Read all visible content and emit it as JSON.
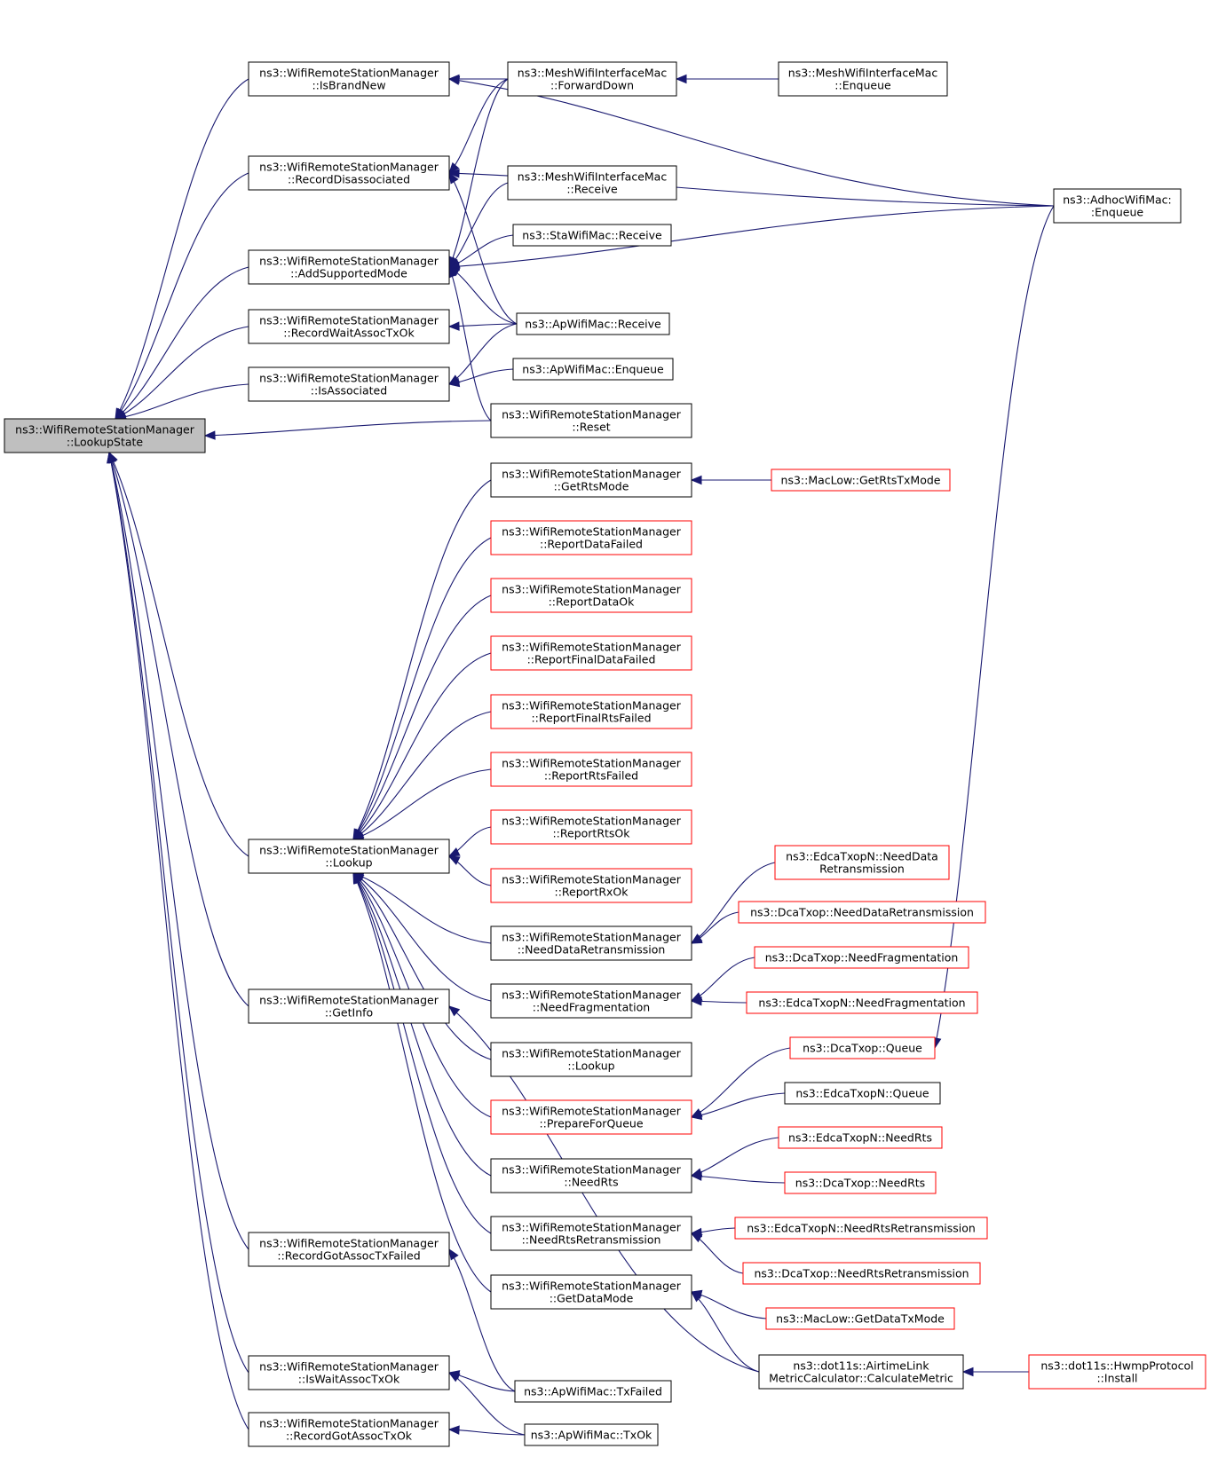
{
  "nodes": [
    {
      "id": "root",
      "lines": [
        "ns3::WifiRemoteStationManager",
        "::LookupState"
      ],
      "style": "root"
    },
    {
      "id": "isBrandNew",
      "lines": [
        "ns3::WifiRemoteStationManager",
        "::IsBrandNew"
      ],
      "style": "black"
    },
    {
      "id": "recordDisassoc",
      "lines": [
        "ns3::WifiRemoteStationManager",
        "::RecordDisassociated"
      ],
      "style": "black"
    },
    {
      "id": "addSupportedMode",
      "lines": [
        "ns3::WifiRemoteStationManager",
        "::AddSupportedMode"
      ],
      "style": "black"
    },
    {
      "id": "recordWaitAssoc",
      "lines": [
        "ns3::WifiRemoteStationManager",
        "::RecordWaitAssocTxOk"
      ],
      "style": "black"
    },
    {
      "id": "isAssociated",
      "lines": [
        "ns3::WifiRemoteStationManager",
        "::IsAssociated"
      ],
      "style": "black"
    },
    {
      "id": "lookup",
      "lines": [
        "ns3::WifiRemoteStationManager",
        "::Lookup"
      ],
      "style": "black"
    },
    {
      "id": "getInfo",
      "lines": [
        "ns3::WifiRemoteStationManager",
        "::GetInfo"
      ],
      "style": "black"
    },
    {
      "id": "recordGotAssocFailed",
      "lines": [
        "ns3::WifiRemoteStationManager",
        "::RecordGotAssocTxFailed"
      ],
      "style": "black"
    },
    {
      "id": "isWaitAssoc",
      "lines": [
        "ns3::WifiRemoteStationManager",
        "::IsWaitAssocTxOk"
      ],
      "style": "black"
    },
    {
      "id": "recordGotAssocOk",
      "lines": [
        "ns3::WifiRemoteStationManager",
        "::RecordGotAssocTxOk"
      ],
      "style": "black"
    },
    {
      "id": "meshForwardDown",
      "lines": [
        "ns3::MeshWifiInterfaceMac",
        "::ForwardDown"
      ],
      "style": "black"
    },
    {
      "id": "meshEnqueue",
      "lines": [
        "ns3::MeshWifiInterfaceMac",
        "::Enqueue"
      ],
      "style": "black"
    },
    {
      "id": "adhocEnqueue",
      "lines": [
        "ns3::AdhocWifiMac:",
        ":Enqueue"
      ],
      "style": "black"
    },
    {
      "id": "meshReceive",
      "lines": [
        "ns3::MeshWifiInterfaceMac",
        "::Receive"
      ],
      "style": "black"
    },
    {
      "id": "staReceive",
      "lines": [
        "ns3::StaWifiMac::Receive"
      ],
      "style": "black"
    },
    {
      "id": "apReceive",
      "lines": [
        "ns3::ApWifiMac::Receive"
      ],
      "style": "black"
    },
    {
      "id": "apEnqueue",
      "lines": [
        "ns3::ApWifiMac::Enqueue"
      ],
      "style": "black"
    },
    {
      "id": "reset",
      "lines": [
        "ns3::WifiRemoteStationManager",
        "::Reset"
      ],
      "style": "black"
    },
    {
      "id": "getRtsMode",
      "lines": [
        "ns3::WifiRemoteStationManager",
        "::GetRtsMode"
      ],
      "style": "black"
    },
    {
      "id": "macLowGetRts",
      "lines": [
        "ns3::MacLow::GetRtsTxMode"
      ],
      "style": "red"
    },
    {
      "id": "reportDataFailed",
      "lines": [
        "ns3::WifiRemoteStationManager",
        "::ReportDataFailed"
      ],
      "style": "red"
    },
    {
      "id": "reportDataOk",
      "lines": [
        "ns3::WifiRemoteStationManager",
        "::ReportDataOk"
      ],
      "style": "red"
    },
    {
      "id": "reportFinalDataFailed",
      "lines": [
        "ns3::WifiRemoteStationManager",
        "::ReportFinalDataFailed"
      ],
      "style": "red"
    },
    {
      "id": "reportFinalRtsFailed",
      "lines": [
        "ns3::WifiRemoteStationManager",
        "::ReportFinalRtsFailed"
      ],
      "style": "red"
    },
    {
      "id": "reportRtsFailed",
      "lines": [
        "ns3::WifiRemoteStationManager",
        "::ReportRtsFailed"
      ],
      "style": "red"
    },
    {
      "id": "reportRtsOk",
      "lines": [
        "ns3::WifiRemoteStationManager",
        "::ReportRtsOk"
      ],
      "style": "red"
    },
    {
      "id": "reportRxOk",
      "lines": [
        "ns3::WifiRemoteStationManager",
        "::ReportRxOk"
      ],
      "style": "red"
    },
    {
      "id": "needDataRetrans",
      "lines": [
        "ns3::WifiRemoteStationManager",
        "::NeedDataRetransmission"
      ],
      "style": "black"
    },
    {
      "id": "edcaNeedDataRetrans",
      "lines": [
        "ns3::EdcaTxopN::NeedData",
        "Retransmission"
      ],
      "style": "red"
    },
    {
      "id": "dcaNeedDataRetrans",
      "lines": [
        "ns3::DcaTxop::NeedDataRetransmission"
      ],
      "style": "red"
    },
    {
      "id": "needFrag",
      "lines": [
        "ns3::WifiRemoteStationManager",
        "::NeedFragmentation"
      ],
      "style": "black"
    },
    {
      "id": "dcaNeedFrag",
      "lines": [
        "ns3::DcaTxop::NeedFragmentation"
      ],
      "style": "red"
    },
    {
      "id": "edcaNeedFrag",
      "lines": [
        "ns3::EdcaTxopN::NeedFragmentation"
      ],
      "style": "red"
    },
    {
      "id": "lookup2",
      "lines": [
        "ns3::WifiRemoteStationManager",
        "::Lookup"
      ],
      "style": "black"
    },
    {
      "id": "prepareForQueue",
      "lines": [
        "ns3::WifiRemoteStationManager",
        "::PrepareForQueue"
      ],
      "style": "red"
    },
    {
      "id": "dcaQueue",
      "lines": [
        "ns3::DcaTxop::Queue"
      ],
      "style": "red"
    },
    {
      "id": "edcaQueue",
      "lines": [
        "ns3::EdcaTxopN::Queue"
      ],
      "style": "black"
    },
    {
      "id": "needRts",
      "lines": [
        "ns3::WifiRemoteStationManager",
        "::NeedRts"
      ],
      "style": "black"
    },
    {
      "id": "edcaNeedRts",
      "lines": [
        "ns3::EdcaTxopN::NeedRts"
      ],
      "style": "red"
    },
    {
      "id": "dcaNeedRts",
      "lines": [
        "ns3::DcaTxop::NeedRts"
      ],
      "style": "red"
    },
    {
      "id": "needRtsRetrans",
      "lines": [
        "ns3::WifiRemoteStationManager",
        "::NeedRtsRetransmission"
      ],
      "style": "black"
    },
    {
      "id": "edcaNeedRtsRetrans",
      "lines": [
        "ns3::EdcaTxopN::NeedRtsRetransmission"
      ],
      "style": "red"
    },
    {
      "id": "dcaNeedRtsRetrans",
      "lines": [
        "ns3::DcaTxop::NeedRtsRetransmission"
      ],
      "style": "red"
    },
    {
      "id": "getDataMode",
      "lines": [
        "ns3::WifiRemoteStationManager",
        "::GetDataMode"
      ],
      "style": "black"
    },
    {
      "id": "macLowGetData",
      "lines": [
        "ns3::MacLow::GetDataTxMode"
      ],
      "style": "red"
    },
    {
      "id": "airtime",
      "lines": [
        "ns3::dot11s::AirtimeLink",
        "MetricCalculator::CalculateMetric"
      ],
      "style": "black"
    },
    {
      "id": "hwmpInstall",
      "lines": [
        "ns3::dot11s::HwmpProtocol",
        "::Install"
      ],
      "style": "red"
    },
    {
      "id": "apTxFailed",
      "lines": [
        "ns3::ApWifiMac::TxFailed"
      ],
      "style": "black"
    },
    {
      "id": "apTxOk",
      "lines": [
        "ns3::ApWifiMac::TxOk"
      ],
      "style": "black"
    }
  ],
  "edges": [
    [
      "isBrandNew",
      "root"
    ],
    [
      "recordDisassoc",
      "root"
    ],
    [
      "addSupportedMode",
      "root"
    ],
    [
      "recordWaitAssoc",
      "root"
    ],
    [
      "isAssociated",
      "root"
    ],
    [
      "reset",
      "root"
    ],
    [
      "lookup",
      "root"
    ],
    [
      "getInfo",
      "root"
    ],
    [
      "recordGotAssocFailed",
      "root"
    ],
    [
      "isWaitAssoc",
      "root"
    ],
    [
      "recordGotAssocOk",
      "root"
    ],
    [
      "meshForwardDown",
      "isBrandNew"
    ],
    [
      "adhocEnqueue",
      "isBrandNew"
    ],
    [
      "meshEnqueue",
      "meshForwardDown"
    ],
    [
      "meshForwardDown",
      "recordDisassoc"
    ],
    [
      "adhocEnqueue",
      "recordDisassoc"
    ],
    [
      "apReceive",
      "recordDisassoc"
    ],
    [
      "meshForwardDown",
      "addSupportedMode"
    ],
    [
      "meshReceive",
      "addSupportedMode"
    ],
    [
      "staReceive",
      "addSupportedMode"
    ],
    [
      "adhocEnqueue",
      "addSupportedMode"
    ],
    [
      "apReceive",
      "addSupportedMode"
    ],
    [
      "reset",
      "addSupportedMode"
    ],
    [
      "apReceive",
      "recordWaitAssoc"
    ],
    [
      "apReceive",
      "isAssociated"
    ],
    [
      "apEnqueue",
      "isAssociated"
    ],
    [
      "getRtsMode",
      "lookup"
    ],
    [
      "reportDataFailed",
      "lookup"
    ],
    [
      "reportDataOk",
      "lookup"
    ],
    [
      "reportFinalDataFailed",
      "lookup"
    ],
    [
      "reportFinalRtsFailed",
      "lookup"
    ],
    [
      "reportRtsFailed",
      "lookup"
    ],
    [
      "reportRtsOk",
      "lookup"
    ],
    [
      "reportRxOk",
      "lookup"
    ],
    [
      "needDataRetrans",
      "lookup"
    ],
    [
      "needFrag",
      "lookup"
    ],
    [
      "lookup2",
      "lookup"
    ],
    [
      "prepareForQueue",
      "lookup"
    ],
    [
      "needRts",
      "lookup"
    ],
    [
      "needRtsRetrans",
      "lookup"
    ],
    [
      "getDataMode",
      "lookup"
    ],
    [
      "macLowGetRts",
      "getRtsMode"
    ],
    [
      "edcaNeedDataRetrans",
      "needDataRetrans"
    ],
    [
      "dcaNeedDataRetrans",
      "needDataRetrans"
    ],
    [
      "dcaNeedFrag",
      "needFrag"
    ],
    [
      "edcaNeedFrag",
      "needFrag"
    ],
    [
      "dcaQueue",
      "prepareForQueue"
    ],
    [
      "edcaQueue",
      "prepareForQueue"
    ],
    [
      "adhocEnqueue",
      "dcaQueue"
    ],
    [
      "edcaNeedRts",
      "needRts"
    ],
    [
      "dcaNeedRts",
      "needRts"
    ],
    [
      "edcaNeedRtsRetrans",
      "needRtsRetrans"
    ],
    [
      "dcaNeedRtsRetrans",
      "needRtsRetrans"
    ],
    [
      "macLowGetData",
      "getDataMode"
    ],
    [
      "airtime",
      "getDataMode"
    ],
    [
      "airtime",
      "getInfo"
    ],
    [
      "hwmpInstall",
      "airtime"
    ],
    [
      "apTxFailed",
      "recordGotAssocFailed"
    ],
    [
      "apTxFailed",
      "isWaitAssoc"
    ],
    [
      "apTxOk",
      "isWaitAssoc"
    ],
    [
      "apTxOk",
      "recordGotAssocOk"
    ]
  ]
}
